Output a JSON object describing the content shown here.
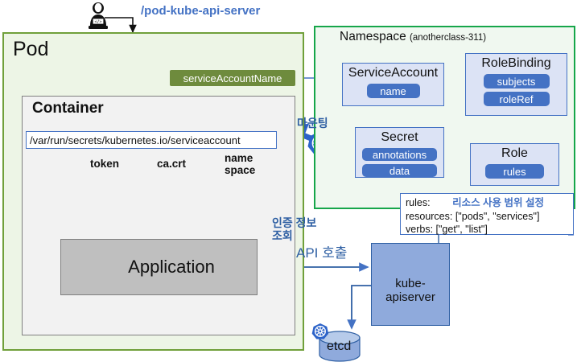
{
  "diagram": {
    "title": "Kubernetes Pod ServiceAccount RBAC flow",
    "colors": {
      "pod_border": "#70A03A",
      "pod_fill": "#EDF5E6",
      "namespace_border": "#16A64A",
      "namespace_fill": "#F0F8F0",
      "container_fill": "#F2F2F2",
      "container_border": "#808080",
      "blue_box_fill": "#DCE3F5",
      "blue_box_border": "#4472C4",
      "pill_fill": "#4472C4",
      "green_pill_fill": "#6E8B3D",
      "apiserver_fill": "#8FAADC",
      "application_fill": "#BFBFBF",
      "arrow_blue": "#4472C4",
      "annotation_blue": "#2E5FA3"
    }
  },
  "top": {
    "user_icon": "developer-laptop-icon",
    "url_label": "/pod-kube-api-server"
  },
  "pod": {
    "title": "Pod",
    "service_account_name_pill": "serviceAccountName"
  },
  "container": {
    "title": "Container",
    "mount_path": "/var/run/secrets/kubernetes.io/serviceaccount",
    "files": [
      {
        "name": "token",
        "icon": "file-icon"
      },
      {
        "name": "ca.crt",
        "icon": "file-icon"
      },
      {
        "name": "namespace",
        "icon": "file-icon",
        "line1": "name",
        "line2": "space"
      }
    ],
    "folder_icon": "folder-icon",
    "application": {
      "label": "Application",
      "icon": "jar-file-icon"
    }
  },
  "namespace": {
    "title": "Namespace",
    "name": "(anotherclass-311)",
    "service_account": {
      "title": "ServiceAccount",
      "fields": [
        "name"
      ]
    },
    "role_binding": {
      "title": "RoleBinding",
      "fields": [
        "subjects",
        "roleRef"
      ]
    },
    "secret": {
      "title": "Secret",
      "fields": [
        "annotations",
        "data"
      ]
    },
    "role": {
      "title": "Role",
      "fields": [
        "rules"
      ]
    }
  },
  "callout": {
    "line1_key": "rules:",
    "line1_note": "리소스 사용 범위 설정",
    "line2": "resources: [\"pods\", \"services\"]",
    "line3": "verbs: [\"get\", \"list\"]"
  },
  "annotations": {
    "mounting": "마운팅",
    "auth_lookup_line1": "인증 정보",
    "auth_lookup_line2": "조회",
    "api_call": "API 호출",
    "search_icon": "magnifier-icon"
  },
  "control_plane": {
    "apiserver": {
      "line1": "kube-",
      "line2": "apiserver",
      "icon": "kubernetes-wheel-icon"
    },
    "etcd": {
      "label": "etcd",
      "icon": "kubernetes-wheel-icon",
      "shape": "database-cylinder"
    }
  }
}
